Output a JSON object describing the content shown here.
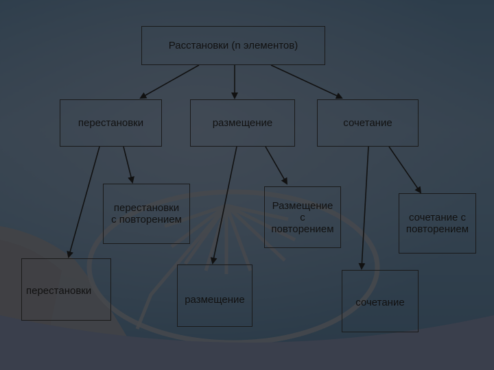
{
  "diagram": {
    "root": "Расстановки (n элементов)",
    "level1": {
      "permutations": "перестановки",
      "arrangements": "размещение",
      "combinations": "сочетание"
    },
    "level2": {
      "permutations_with_repetition": "перестановки\nс повторением",
      "permutations": "перестановки",
      "arrangements_with_repetition": "Размещение\nс\nповторением",
      "arrangements": "размещение",
      "combinations_with_repetition": "сочетание с\nповторением",
      "combinations": "сочетание"
    }
  }
}
